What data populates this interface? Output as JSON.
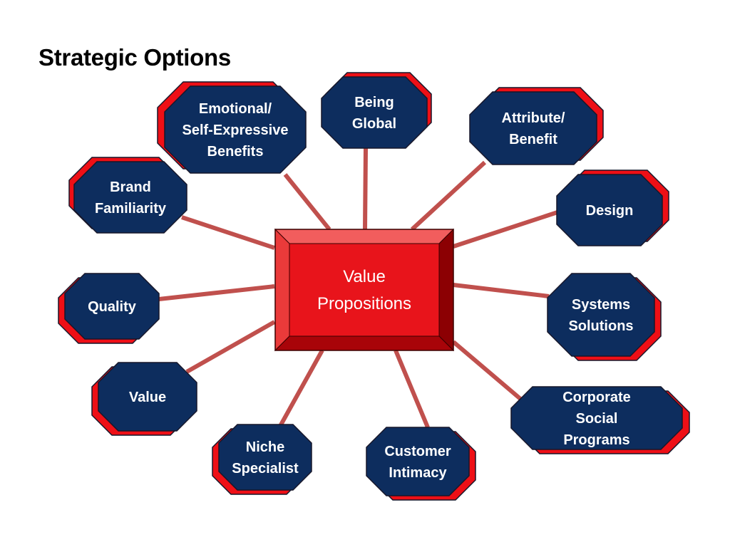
{
  "slide": {
    "title": "Strategic Options"
  },
  "diagram": {
    "center": {
      "lines": [
        "Value",
        "Propositions"
      ]
    },
    "nodes": [
      {
        "id": "emotional-self-expressive-benefits",
        "lines": [
          "Emotional/",
          "Self-Expressive",
          "Benefits"
        ]
      },
      {
        "id": "being-global",
        "lines": [
          "Being",
          "Global"
        ]
      },
      {
        "id": "attribute-benefit",
        "lines": [
          "Attribute/",
          "Benefit"
        ]
      },
      {
        "id": "brand-familiarity",
        "lines": [
          "Brand",
          "Familiarity"
        ]
      },
      {
        "id": "design",
        "lines": [
          "Design"
        ]
      },
      {
        "id": "quality",
        "lines": [
          "Quality"
        ]
      },
      {
        "id": "systems-solutions",
        "lines": [
          "Systems",
          "Solutions"
        ]
      },
      {
        "id": "value",
        "lines": [
          "Value"
        ]
      },
      {
        "id": "corporate-social-programs",
        "lines": [
          "Corporate",
          "Social",
          "Programs"
        ]
      },
      {
        "id": "niche-specialist",
        "lines": [
          "Niche",
          "Specialist"
        ]
      },
      {
        "id": "customer-intimacy",
        "lines": [
          "Customer",
          "Intimacy"
        ]
      }
    ]
  },
  "colors": {
    "node_fill": "#0d2d5e",
    "node_shadow": "#ee0f16",
    "node_border": "#17172a",
    "connector": "#c0504d",
    "center_face": "#e8141b",
    "center_bevel_top": "#f25d5d",
    "center_bevel_left": "#ea3a3a",
    "center_bevel_right": "#8c0003",
    "center_bevel_bottom": "#a80409",
    "center_border": "#3a0000"
  }
}
